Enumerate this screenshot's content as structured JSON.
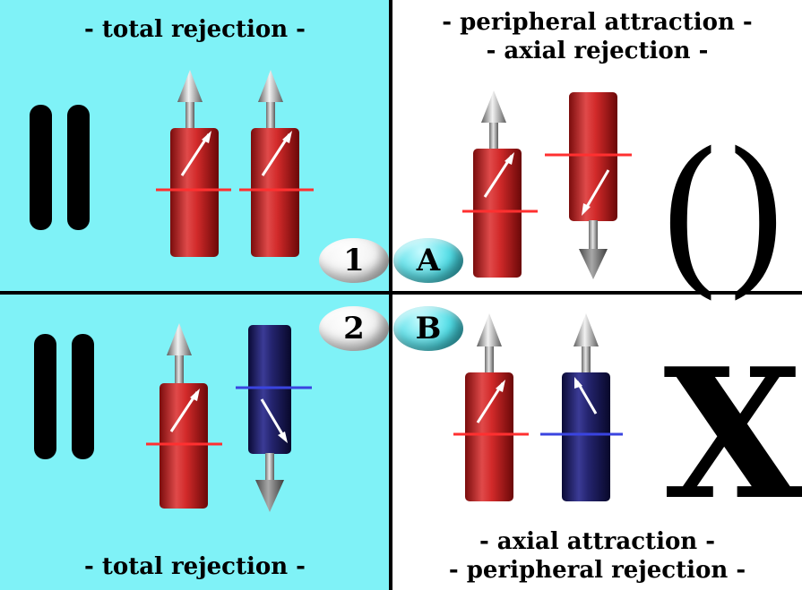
{
  "panels": {
    "top_left": {
      "caption": "- total rejection -",
      "symbol": "parallel-bars"
    },
    "top_right": {
      "caption_line1": "- peripheral attraction -",
      "caption_line2": "- axial rejection -",
      "symbol": "()"
    },
    "bottom_left": {
      "caption": "- total rejection -",
      "symbol": "parallel-bars"
    },
    "bottom_right": {
      "caption_line1": "- axial attraction -",
      "caption_line2": "- peripheral rejection -",
      "symbol": "X"
    }
  },
  "badges": {
    "one": "1",
    "a": "A",
    "two": "2",
    "b": "B"
  },
  "colors": {
    "panel_cyan": "#7ff2f7",
    "magnet_red": "#cc2222",
    "magnet_blue": "#1a1a6e",
    "arrow_gray": "#a0a0a0"
  }
}
